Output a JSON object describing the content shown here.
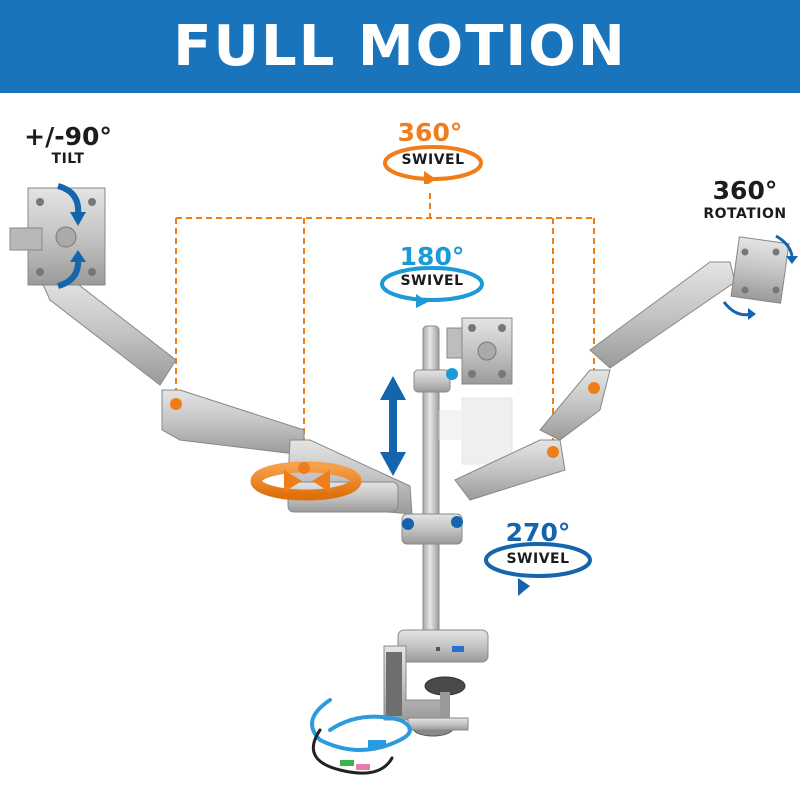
{
  "banner": {
    "title": "FULL MOTION"
  },
  "annotations": {
    "tilt": {
      "value": "+/-90°",
      "label": "TILT"
    },
    "center_swivel": {
      "value": "360°",
      "label": "SWIVEL"
    },
    "rotation": {
      "value": "360°",
      "label": "ROTATION"
    },
    "mount_swivel": {
      "value": "180°",
      "label": "SWIVEL"
    },
    "base_swivel": {
      "value": "270°",
      "label": "SWIVEL"
    }
  },
  "colors": {
    "banner": "#1a74bb",
    "orange_accent": "#ef7d1a",
    "light_blue_accent": "#1b9ad6",
    "dark_blue_accent": "#1565ad",
    "metal": "#c9c9c9"
  },
  "icons": {
    "tilt_arrows": "curved-arrow-icon",
    "swivel_rings": "swivel-arrow-icon",
    "height_arrow": "double-arrow-vertical-icon",
    "rotation_arrows": "rotation-arrow-icon"
  }
}
